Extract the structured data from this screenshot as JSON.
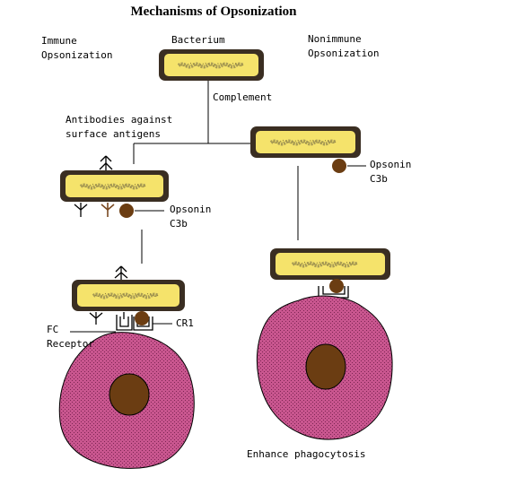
{
  "title": "Mechanisms of Opsonization",
  "labels": {
    "immune": [
      "Immune",
      "Opsonization"
    ],
    "bacterium": "Bacterium",
    "nonimmune": [
      "Nonimmune",
      "Opsonization"
    ],
    "complement": "Complement",
    "antibodies": [
      "Antibodies against",
      "surface antigens"
    ],
    "opsonin_right": [
      "Opsonin",
      "C3b"
    ],
    "opsonin_left": [
      "Opsonin",
      "C3b"
    ],
    "cr1": "CR1",
    "fc_receptor": [
      "FC",
      "Receptor"
    ],
    "enhance": "Enhance phagocytosis"
  },
  "colors": {
    "bacterium_fill": "#f5e36b",
    "bacterium_border": "#3a2e22",
    "dna_speckle": "#a79a55",
    "opsonin": "#6b3d12",
    "antibody": "#000000",
    "antibody_bound": "#7a4a22",
    "phagocyte": "#c9568f",
    "phagocyte_dots": "#7d2553",
    "nucleus": "#6b3d12"
  }
}
